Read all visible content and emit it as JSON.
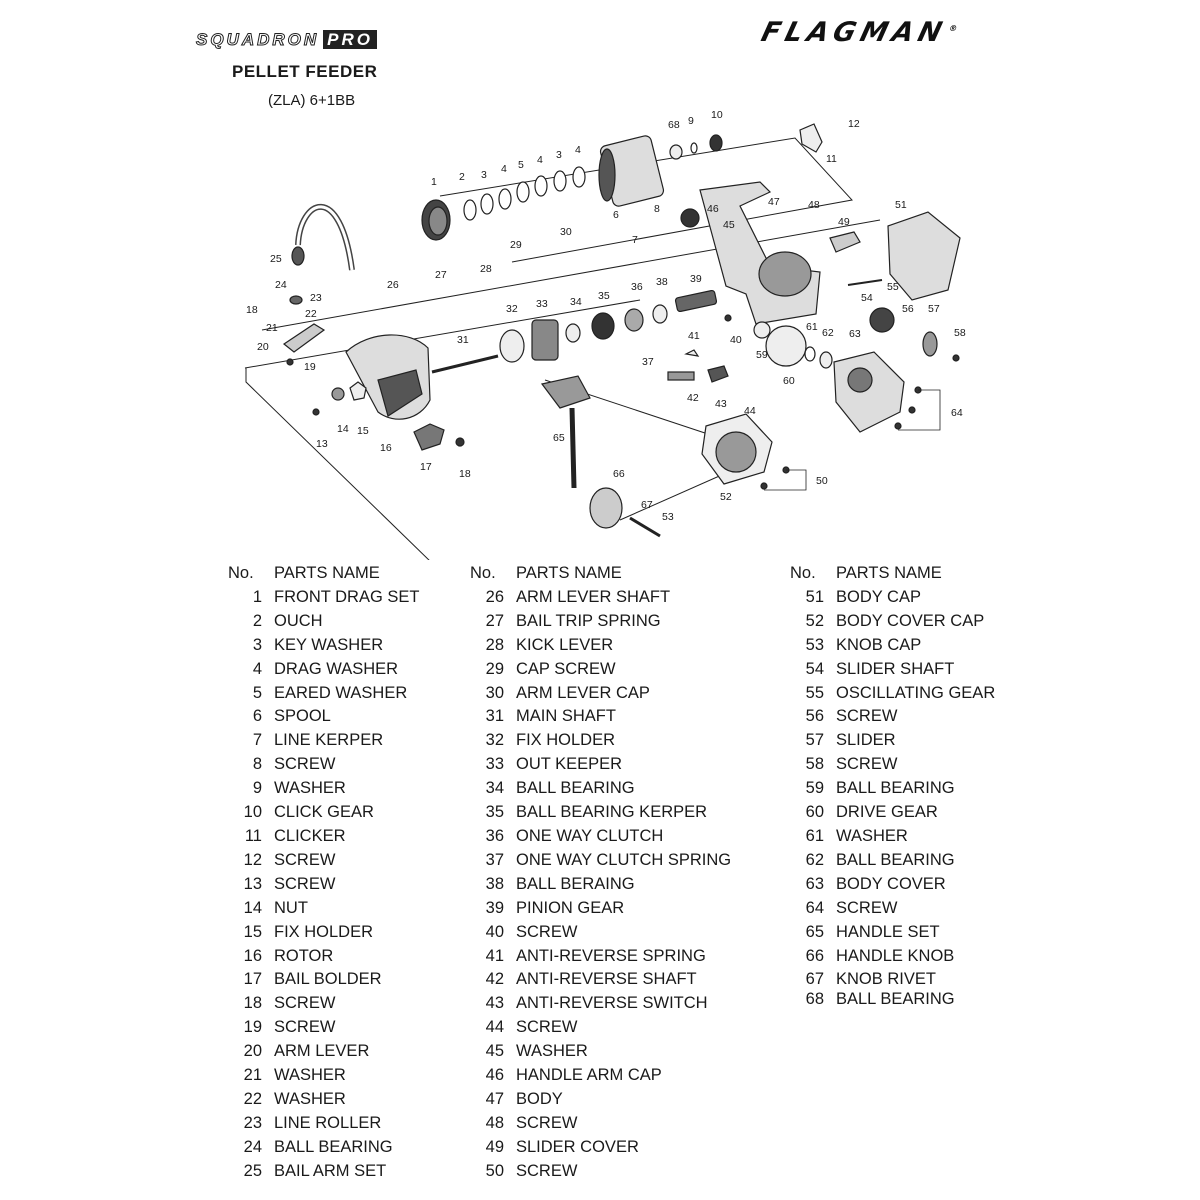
{
  "header": {
    "brand": "SQUADRON",
    "brand_suffix": "PRO",
    "maker": "FLAGMAN",
    "maker_mark": "®",
    "title": "PELLET FEEDER",
    "subtitle": "(ZLA) 6+1BB"
  },
  "table_header": {
    "no": "No.",
    "name": "PARTS NAME"
  },
  "parts": [
    {
      "no": "1",
      "name": "FRONT DRAG SET"
    },
    {
      "no": "2",
      "name": "OUCH"
    },
    {
      "no": "3",
      "name": "KEY WASHER"
    },
    {
      "no": "4",
      "name": "DRAG WASHER"
    },
    {
      "no": "5",
      "name": "EARED WASHER"
    },
    {
      "no": "6",
      "name": "SPOOL"
    },
    {
      "no": "7",
      "name": "LINE KERPER"
    },
    {
      "no": "8",
      "name": "SCREW"
    },
    {
      "no": "9",
      "name": "WASHER"
    },
    {
      "no": "10",
      "name": "CLICK GEAR"
    },
    {
      "no": "11",
      "name": "CLICKER"
    },
    {
      "no": "12",
      "name": "SCREW"
    },
    {
      "no": "13",
      "name": "SCREW"
    },
    {
      "no": "14",
      "name": "NUT"
    },
    {
      "no": "15",
      "name": "FIX HOLDER"
    },
    {
      "no": "16",
      "name": "ROTOR"
    },
    {
      "no": "17",
      "name": "BAIL BOLDER"
    },
    {
      "no": "18",
      "name": "SCREW"
    },
    {
      "no": "19",
      "name": "SCREW"
    },
    {
      "no": "20",
      "name": "ARM LEVER"
    },
    {
      "no": "21",
      "name": "WASHER"
    },
    {
      "no": "22",
      "name": "WASHER"
    },
    {
      "no": "23",
      "name": "LINE ROLLER"
    },
    {
      "no": "24",
      "name": "BALL BEARING"
    },
    {
      "no": "25",
      "name": "BAIL ARM SET"
    },
    {
      "no": "26",
      "name": "ARM LEVER SHAFT"
    },
    {
      "no": "27",
      "name": "BAIL TRIP SPRING"
    },
    {
      "no": "28",
      "name": "KICK LEVER"
    },
    {
      "no": "29",
      "name": "CAP SCREW"
    },
    {
      "no": "30",
      "name": "ARM LEVER CAP"
    },
    {
      "no": "31",
      "name": "MAIN SHAFT"
    },
    {
      "no": "32",
      "name": "FIX HOLDER"
    },
    {
      "no": "33",
      "name": "OUT KEEPER"
    },
    {
      "no": "34",
      "name": "BALL BEARING"
    },
    {
      "no": "35",
      "name": "BALL BEARING KERPER"
    },
    {
      "no": "36",
      "name": "ONE WAY CLUTCH"
    },
    {
      "no": "37",
      "name": "ONE WAY CLUTCH SPRING"
    },
    {
      "no": "38",
      "name": "BALL BERAING"
    },
    {
      "no": "39",
      "name": "PINION GEAR"
    },
    {
      "no": "40",
      "name": "SCREW"
    },
    {
      "no": "41",
      "name": "ANTI-REVERSE SPRING"
    },
    {
      "no": "42",
      "name": "ANTI-REVERSE SHAFT"
    },
    {
      "no": "43",
      "name": "ANTI-REVERSE SWITCH"
    },
    {
      "no": "44",
      "name": "SCREW"
    },
    {
      "no": "45",
      "name": "WASHER"
    },
    {
      "no": "46",
      "name": "HANDLE ARM CAP"
    },
    {
      "no": "47",
      "name": "BODY"
    },
    {
      "no": "48",
      "name": "SCREW"
    },
    {
      "no": "49",
      "name": "SLIDER COVER"
    },
    {
      "no": "50",
      "name": "SCREW"
    },
    {
      "no": "51",
      "name": "BODY CAP"
    },
    {
      "no": "52",
      "name": "BODY COVER CAP"
    },
    {
      "no": "53",
      "name": "KNOB CAP"
    },
    {
      "no": "54",
      "name": "SLIDER SHAFT"
    },
    {
      "no": "55",
      "name": "OSCILLATING GEAR"
    },
    {
      "no": "56",
      "name": "SCREW"
    },
    {
      "no": "57",
      "name": "SLIDER"
    },
    {
      "no": "58",
      "name": "SCREW"
    },
    {
      "no": "59",
      "name": "BALL BEARING"
    },
    {
      "no": "60",
      "name": "DRIVE GEAR"
    },
    {
      "no": "61",
      "name": "WASHER"
    },
    {
      "no": "62",
      "name": "BALL BEARING"
    },
    {
      "no": "63",
      "name": "BODY COVER"
    },
    {
      "no": "64",
      "name": "SCREW"
    },
    {
      "no": "65",
      "name": "HANDLE SET"
    },
    {
      "no": "66",
      "name": "HANDLE KNOB"
    },
    {
      "no": "67",
      "name": "KNOB RIVET"
    },
    {
      "no": "68",
      "name": "BALL BEARING"
    }
  ],
  "callouts": [
    "1",
    "2",
    "3",
    "4",
    "5",
    "4",
    "3",
    "4",
    "6",
    "7",
    "8",
    "68",
    "9",
    "10",
    "11",
    "12",
    "25",
    "24",
    "23",
    "22",
    "21",
    "18",
    "20",
    "19",
    "26",
    "27",
    "28",
    "29",
    "30",
    "31",
    "32",
    "33",
    "34",
    "35",
    "36",
    "37",
    "38",
    "39",
    "40",
    "41",
    "42",
    "43",
    "44",
    "45",
    "46",
    "47",
    "48",
    "49",
    "51",
    "54",
    "55",
    "56",
    "57",
    "58",
    "59",
    "60",
    "61",
    "62",
    "63",
    "64",
    "13",
    "14",
    "15",
    "16",
    "17",
    "18",
    "65",
    "66",
    "67",
    "53",
    "52",
    "50"
  ]
}
